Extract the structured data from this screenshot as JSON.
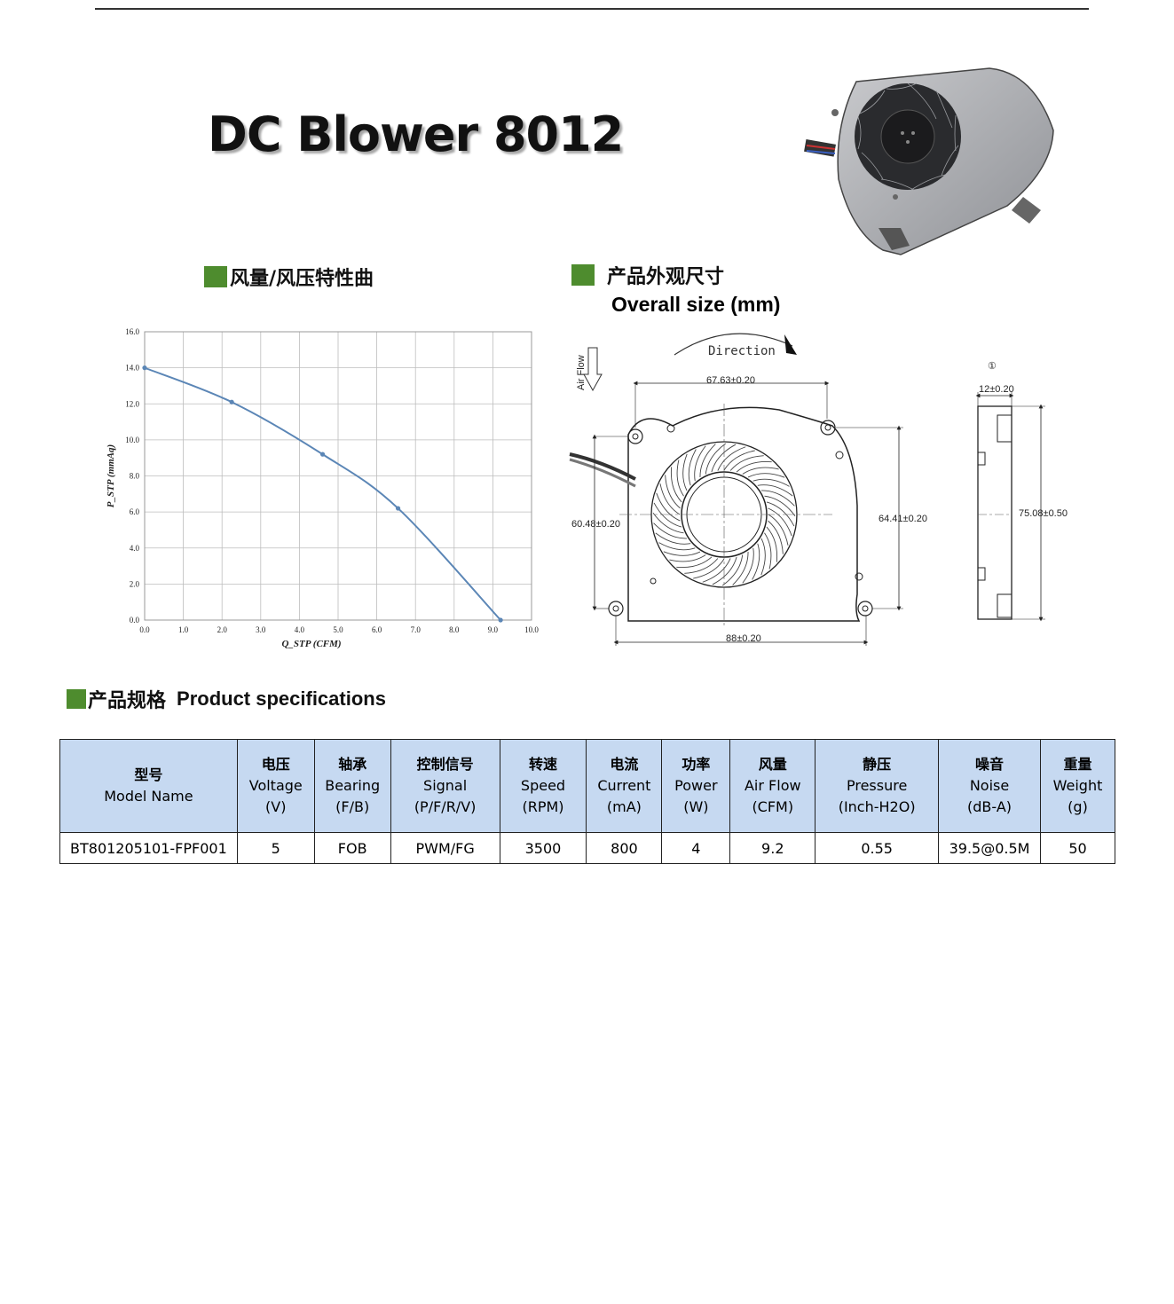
{
  "title": "DC Blower 8012",
  "curve_section": {
    "heading": "风量/风压特性曲"
  },
  "size_section": {
    "heading": "产品外观尺寸",
    "subheading": "Overall size (mm)"
  },
  "drawing": {
    "direction": "Direction",
    "air_flow": "Air Flow",
    "dim_top": "67.63±0.20",
    "dim_left": "60.48±0.20",
    "dim_right": "64.41±0.20",
    "dim_bottom": "88±0.20",
    "dim_thickness": "12±0.20",
    "dim_height": "75.08±0.50",
    "view_marker": "①"
  },
  "chart_data": {
    "type": "line",
    "xlabel": "Q_STP (CFM)",
    "ylabel": "P_STP (mmAq)",
    "xlim": [
      0,
      10
    ],
    "ylim": [
      0,
      16
    ],
    "x_ticks": [
      "0.0",
      "1.0",
      "2.0",
      "3.0",
      "4.0",
      "5.0",
      "6.0",
      "7.0",
      "8.0",
      "9.0",
      "10.0"
    ],
    "y_ticks": [
      "0.0",
      "2.0",
      "4.0",
      "6.0",
      "8.0",
      "10.0",
      "12.0",
      "14.0",
      "16.0"
    ],
    "grid": true,
    "series": [
      {
        "color": "#5b86b6",
        "x": [
          0.0,
          2.25,
          4.6,
          6.55,
          9.2
        ],
        "y": [
          14.0,
          12.1,
          9.2,
          6.2,
          0.0
        ]
      }
    ]
  },
  "spec_section": {
    "heading_zh": "产品规格",
    "heading_en": "Product specifications"
  },
  "spec_table": {
    "headers": [
      {
        "zh": "型号",
        "en": "Model Name",
        "unit": ""
      },
      {
        "zh": "电压",
        "en": "Voltage",
        "unit": "(V)"
      },
      {
        "zh": "轴承",
        "en": "Bearing",
        "unit": "(F/B)"
      },
      {
        "zh": "控制信号",
        "en": "Signal",
        "unit": "(P/F/R/V)"
      },
      {
        "zh": "转速",
        "en": "Speed",
        "unit": "(RPM)"
      },
      {
        "zh": "电流",
        "en": "Current",
        "unit": "(mA)"
      },
      {
        "zh": "功率",
        "en": "Power",
        "unit": "(W)"
      },
      {
        "zh": "风量",
        "en": "Air Flow",
        "unit": "(CFM)"
      },
      {
        "zh": "静压",
        "en": "Pressure",
        "unit": "(Inch-H2O)"
      },
      {
        "zh": "噪音",
        "en": "Noise",
        "unit": "(dB-A)"
      },
      {
        "zh": "重量",
        "en": "Weight",
        "unit": "(g)"
      }
    ],
    "rows": [
      [
        "BT801205101-FPF001",
        "5",
        "FOB",
        "PWM/FG",
        "3500",
        "800",
        "4",
        "9.2",
        "0.55",
        "39.5@0.5M",
        "50"
      ]
    ]
  },
  "colors": {
    "accent_green": "#4e8c2e",
    "header_blue": "#c6d9f1",
    "curve_blue": "#5b86b6"
  }
}
